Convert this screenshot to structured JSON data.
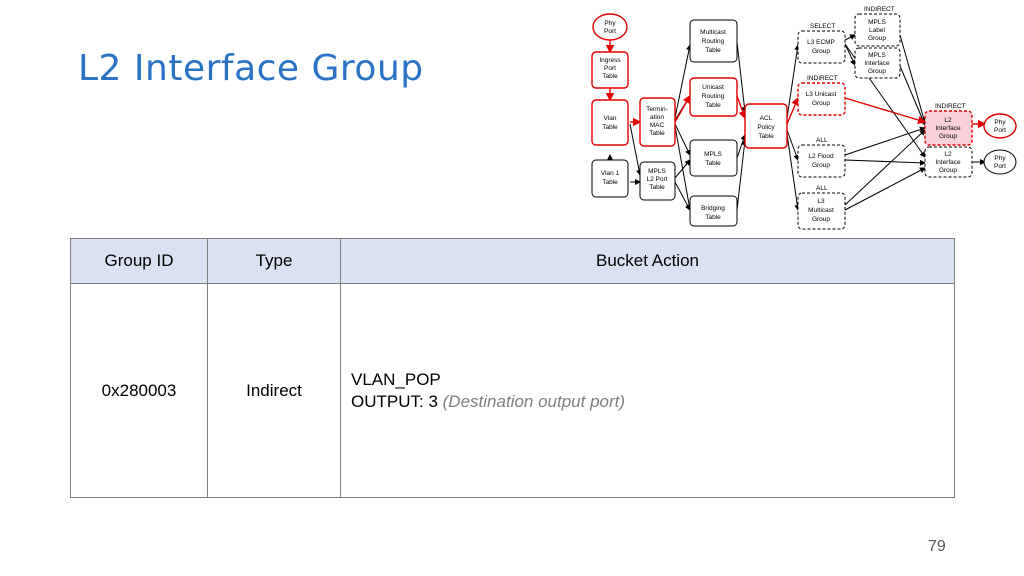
{
  "slide": {
    "title": "L2 Interface Group",
    "page_number": "79"
  },
  "table": {
    "headers": [
      "Group ID",
      "Type",
      "Bucket Action"
    ],
    "row": {
      "group_id": "0x280003",
      "type": "Indirect",
      "action_line1": "VLAN_POP",
      "action_line2": "OUTPUT: 3",
      "action_note": "(Destination output port)"
    }
  },
  "diagram": {
    "highlight_color": "#e00000",
    "highlight_fill": "#f8d0d8",
    "group_types": {
      "select": "SELECT",
      "indirect_top": "INDIRECT",
      "indirect_unicast": "INDIRECT",
      "all_flood": "ALL",
      "all_multicast": "ALL",
      "indirect_l2": "INDIRECT"
    },
    "nodes": {
      "phy_port_in": [
        "Phy",
        "Port"
      ],
      "ingress_port_table": [
        "Ingress",
        "Port",
        "Table"
      ],
      "vlan_table": [
        "Vlan",
        "Table"
      ],
      "vlan1_table": [
        "Vlan 1",
        "Table"
      ],
      "termination_mac_table": [
        "Termin-",
        "ation",
        "MAC",
        "Table"
      ],
      "mpls_l2_port_table": [
        "MPLS",
        "L2 Port",
        "Table"
      ],
      "multicast_routing_table": [
        "Multicast",
        "Routing",
        "Table"
      ],
      "unicast_routing_table": [
        "Unicast",
        "Routing",
        "Table"
      ],
      "mpls_table": [
        "MPLS",
        "Table"
      ],
      "bridging_table": [
        "Bridging",
        "Table"
      ],
      "acl_policy_table": [
        "ACL",
        "Policy",
        "Table"
      ],
      "l3_ecmp_group": [
        "L3 ECMP",
        "Group"
      ],
      "l3_unicast_group": [
        "L3 Unicast",
        "Group"
      ],
      "l2_flood_group": [
        "L2 Flood",
        "Group"
      ],
      "l3_multicast_group": [
        "L3",
        "Multicast",
        "Group"
      ],
      "mpls_label_group": [
        "MPLS",
        "Label",
        "Group"
      ],
      "mpls_interface_group": [
        "MPLS",
        "Interface",
        "Group"
      ],
      "l2_interface_group_hl": [
        "L2",
        "Interface",
        "Group"
      ],
      "l2_interface_group": [
        "L2",
        "Interface",
        "Group"
      ],
      "phy_port_out1": [
        "Phy",
        "Port"
      ],
      "phy_port_out2": [
        "Phy",
        "Port"
      ]
    }
  }
}
